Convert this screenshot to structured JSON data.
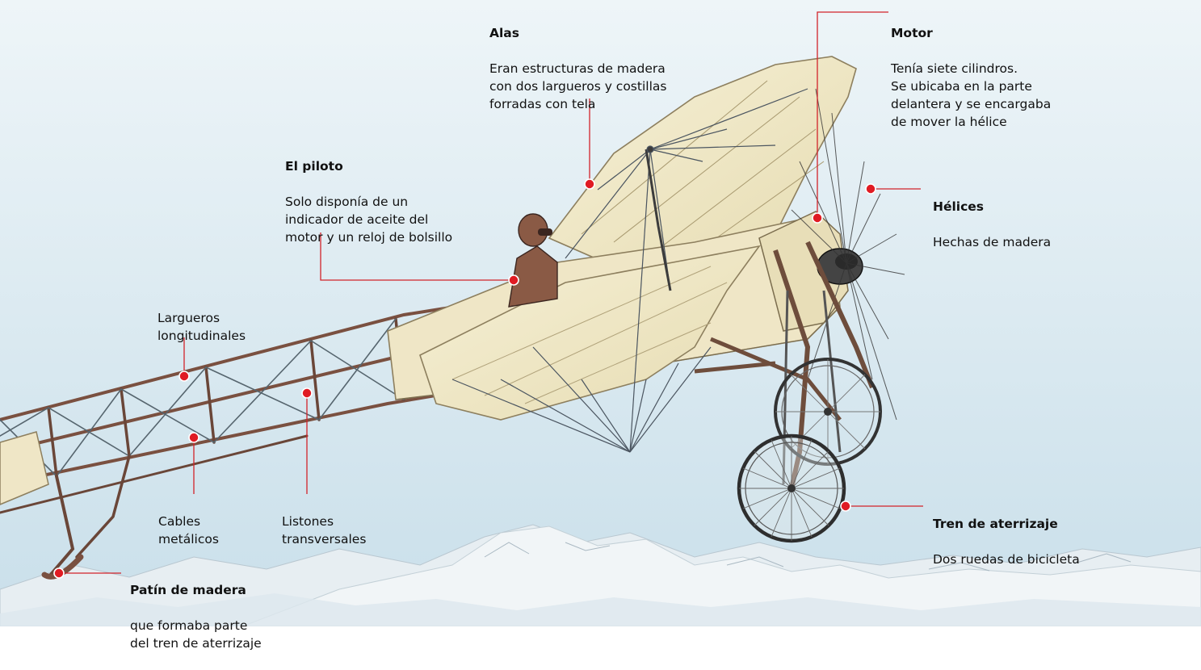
{
  "colors": {
    "sky_top": "#eef5f8",
    "sky_bottom": "#c9dfea",
    "canvas": "#f2ecd0",
    "canvas_shadow": "#d8cfa8",
    "wood": "#8a5c45",
    "wood_dark": "#4a3128",
    "metal": "#6e7f8a",
    "leader": "#d2232a",
    "dot": "#e01b23",
    "mountain": "#e3ebf0"
  },
  "callouts": {
    "alas": {
      "title": "Alas",
      "description": "Eran estructuras de madera\ncon dos largueros y costillas\nforradas con tela"
    },
    "motor": {
      "title": "Motor",
      "description": "Tenía siete cilindros.\nSe ubicaba en la parte\ndelantera y se encargaba\nde mover la hélice"
    },
    "piloto": {
      "title": "El piloto",
      "description": "Solo disponía de un\nindicador de aceite del\nmotor y un reloj de bolsillo"
    },
    "helices": {
      "title": "Hélices",
      "description": "Hechas de madera"
    },
    "largueros": {
      "description": "Largueros\nlongitudinales"
    },
    "cables": {
      "description": "Cables\nmetálicos"
    },
    "listones": {
      "description": "Listones\ntransversales"
    },
    "tren": {
      "title": "Tren de aterrizaje",
      "description": "Dos ruedas de bicicleta"
    },
    "patin": {
      "title": "Patín de madera",
      "description": "que formaba parte\ndel tren de aterrizaje"
    }
  }
}
